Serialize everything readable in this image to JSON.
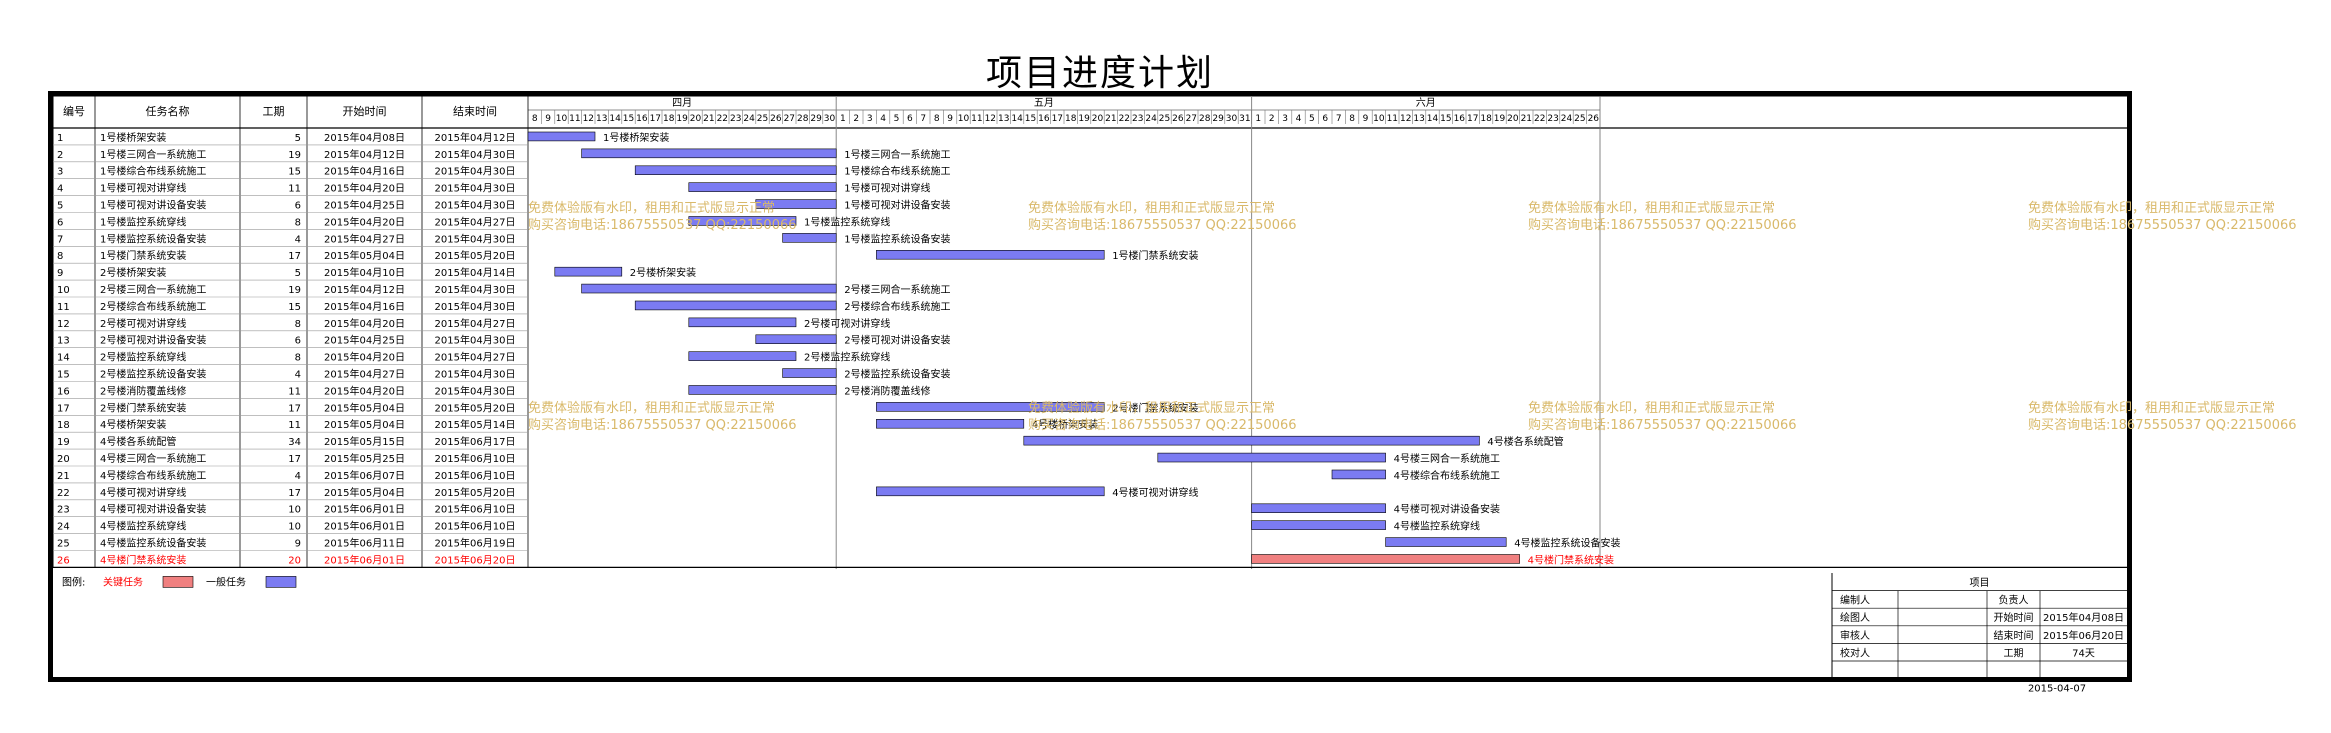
{
  "title": "项目进度计划",
  "columns": {
    "index": "编号",
    "name": "任务名称",
    "duration": "工期",
    "start": "开始时间",
    "end": "结束时间"
  },
  "months": [
    "四月",
    "五月",
    "六月"
  ],
  "legend": {
    "label": "图例:",
    "critical": "关键任务",
    "normal": "一般任务",
    "critical_color": "#f08080",
    "normal_color": "#7b7bf2"
  },
  "watermark": {
    "line1": "免费体验版有水印，租用和正式版显示正常",
    "line2": "购买咨询电话:18675550537 QQ:22150066"
  },
  "info": {
    "header": "项目",
    "editor_label": "编制人",
    "editor_value": "",
    "owner_label": "负责人",
    "owner_value": "",
    "drawer_label": "绘图人",
    "start_label": "开始时间",
    "start_value": "2015年04月08日",
    "reviewer_label": "审核人",
    "end_label": "结束时间",
    "end_value": "2015年06月20日",
    "checker_label": "校对人",
    "duration_label": "工期",
    "duration_value": "74天",
    "date": "2015-04-07"
  },
  "chart_data": {
    "type": "gantt",
    "x_range": [
      "2015-04-08",
      "2015-06-26"
    ],
    "tasks": [
      {
        "id": "1",
        "name": "1号楼桥架安装",
        "duration": 5,
        "start": "2015年04月08日",
        "end": "2015年04月12日",
        "s": "2015-04-08",
        "e": "2015-04-12",
        "critical": false
      },
      {
        "id": "2",
        "name": "1号楼三网合一系统施工",
        "duration": 19,
        "start": "2015年04月12日",
        "end": "2015年04月30日",
        "s": "2015-04-12",
        "e": "2015-04-30",
        "critical": false
      },
      {
        "id": "3",
        "name": "1号楼综合布线系统施工",
        "duration": 15,
        "start": "2015年04月16日",
        "end": "2015年04月30日",
        "s": "2015-04-16",
        "e": "2015-04-30",
        "critical": false
      },
      {
        "id": "4",
        "name": "1号楼可视对讲穿线",
        "duration": 11,
        "start": "2015年04月20日",
        "end": "2015年04月30日",
        "s": "2015-04-20",
        "e": "2015-04-30",
        "critical": false
      },
      {
        "id": "5",
        "name": "1号楼可视对讲设备安装",
        "duration": 6,
        "start": "2015年04月25日",
        "end": "2015年04月30日",
        "s": "2015-04-25",
        "e": "2015-04-30",
        "critical": false
      },
      {
        "id": "6",
        "name": "1号楼监控系统穿线",
        "duration": 8,
        "start": "2015年04月20日",
        "end": "2015年04月27日",
        "s": "2015-04-20",
        "e": "2015-04-27",
        "critical": false
      },
      {
        "id": "7",
        "name": "1号楼监控系统设备安装",
        "duration": 4,
        "start": "2015年04月27日",
        "end": "2015年04月30日",
        "s": "2015-04-27",
        "e": "2015-04-30",
        "critical": false
      },
      {
        "id": "8",
        "name": "1号楼门禁系统安装",
        "duration": 17,
        "start": "2015年05月04日",
        "end": "2015年05月20日",
        "s": "2015-05-04",
        "e": "2015-05-20",
        "critical": false
      },
      {
        "id": "9",
        "name": "2号楼桥架安装",
        "duration": 5,
        "start": "2015年04月10日",
        "end": "2015年04月14日",
        "s": "2015-04-10",
        "e": "2015-04-14",
        "critical": false
      },
      {
        "id": "10",
        "name": "2号楼三网合一系统施工",
        "duration": 19,
        "start": "2015年04月12日",
        "end": "2015年04月30日",
        "s": "2015-04-12",
        "e": "2015-04-30",
        "critical": false
      },
      {
        "id": "11",
        "name": "2号楼综合布线系统施工",
        "duration": 15,
        "start": "2015年04月16日",
        "end": "2015年04月30日",
        "s": "2015-04-16",
        "e": "2015-04-30",
        "critical": false
      },
      {
        "id": "12",
        "name": "2号楼可视对讲穿线",
        "duration": 8,
        "start": "2015年04月20日",
        "end": "2015年04月27日",
        "s": "2015-04-20",
        "e": "2015-04-27",
        "critical": false
      },
      {
        "id": "13",
        "name": "2号楼可视对讲设备安装",
        "duration": 6,
        "start": "2015年04月25日",
        "end": "2015年04月30日",
        "s": "2015-04-25",
        "e": "2015-04-30",
        "critical": false
      },
      {
        "id": "14",
        "name": "2号楼监控系统穿线",
        "duration": 8,
        "start": "2015年04月20日",
        "end": "2015年04月27日",
        "s": "2015-04-20",
        "e": "2015-04-27",
        "critical": false
      },
      {
        "id": "15",
        "name": "2号楼监控系统设备安装",
        "duration": 4,
        "start": "2015年04月27日",
        "end": "2015年04月30日",
        "s": "2015-04-27",
        "e": "2015-04-30",
        "critical": false
      },
      {
        "id": "16",
        "name": "2号楼消防覆盖线修",
        "duration": 11,
        "start": "2015年04月20日",
        "end": "2015年04月30日",
        "s": "2015-04-20",
        "e": "2015-04-30",
        "critical": false
      },
      {
        "id": "17",
        "name": "2号楼门禁系统安装",
        "duration": 17,
        "start": "2015年05月04日",
        "end": "2015年05月20日",
        "s": "2015-05-04",
        "e": "2015-05-20",
        "critical": false
      },
      {
        "id": "18",
        "name": "4号楼桥架安装",
        "duration": 11,
        "start": "2015年05月04日",
        "end": "2015年05月14日",
        "s": "2015-05-04",
        "e": "2015-05-14",
        "critical": false
      },
      {
        "id": "19",
        "name": "4号楼各系统配管",
        "duration": 34,
        "start": "2015年05月15日",
        "end": "2015年06月17日",
        "s": "2015-05-15",
        "e": "2015-06-17",
        "critical": false
      },
      {
        "id": "20",
        "name": "4号楼三网合一系统施工",
        "duration": 17,
        "start": "2015年05月25日",
        "end": "2015年06月10日",
        "s": "2015-05-25",
        "e": "2015-06-10",
        "critical": false
      },
      {
        "id": "21",
        "name": "4号楼综合布线系统施工",
        "duration": 4,
        "start": "2015年06月07日",
        "end": "2015年06月10日",
        "s": "2015-06-07",
        "e": "2015-06-10",
        "critical": false
      },
      {
        "id": "22",
        "name": "4号楼可视对讲穿线",
        "duration": 17,
        "start": "2015年05月04日",
        "end": "2015年05月20日",
        "s": "2015-05-04",
        "e": "2015-05-20",
        "critical": false
      },
      {
        "id": "23",
        "name": "4号楼可视对讲设备安装",
        "duration": 10,
        "start": "2015年06月01日",
        "end": "2015年06月10日",
        "s": "2015-06-01",
        "e": "2015-06-10",
        "critical": false
      },
      {
        "id": "24",
        "name": "4号楼监控系统穿线",
        "duration": 10,
        "start": "2015年06月01日",
        "end": "2015年06月10日",
        "s": "2015-06-01",
        "e": "2015-06-10",
        "critical": false
      },
      {
        "id": "25",
        "name": "4号楼监控系统设备安装",
        "duration": 9,
        "start": "2015年06月11日",
        "end": "2015年06月19日",
        "s": "2015-06-11",
        "e": "2015-06-19",
        "critical": false
      },
      {
        "id": "26",
        "name": "4号楼门禁系统安装",
        "duration": 20,
        "start": "2015年06月01日",
        "end": "2015年06月20日",
        "s": "2015-06-01",
        "e": "2015-06-20",
        "critical": true
      }
    ]
  }
}
